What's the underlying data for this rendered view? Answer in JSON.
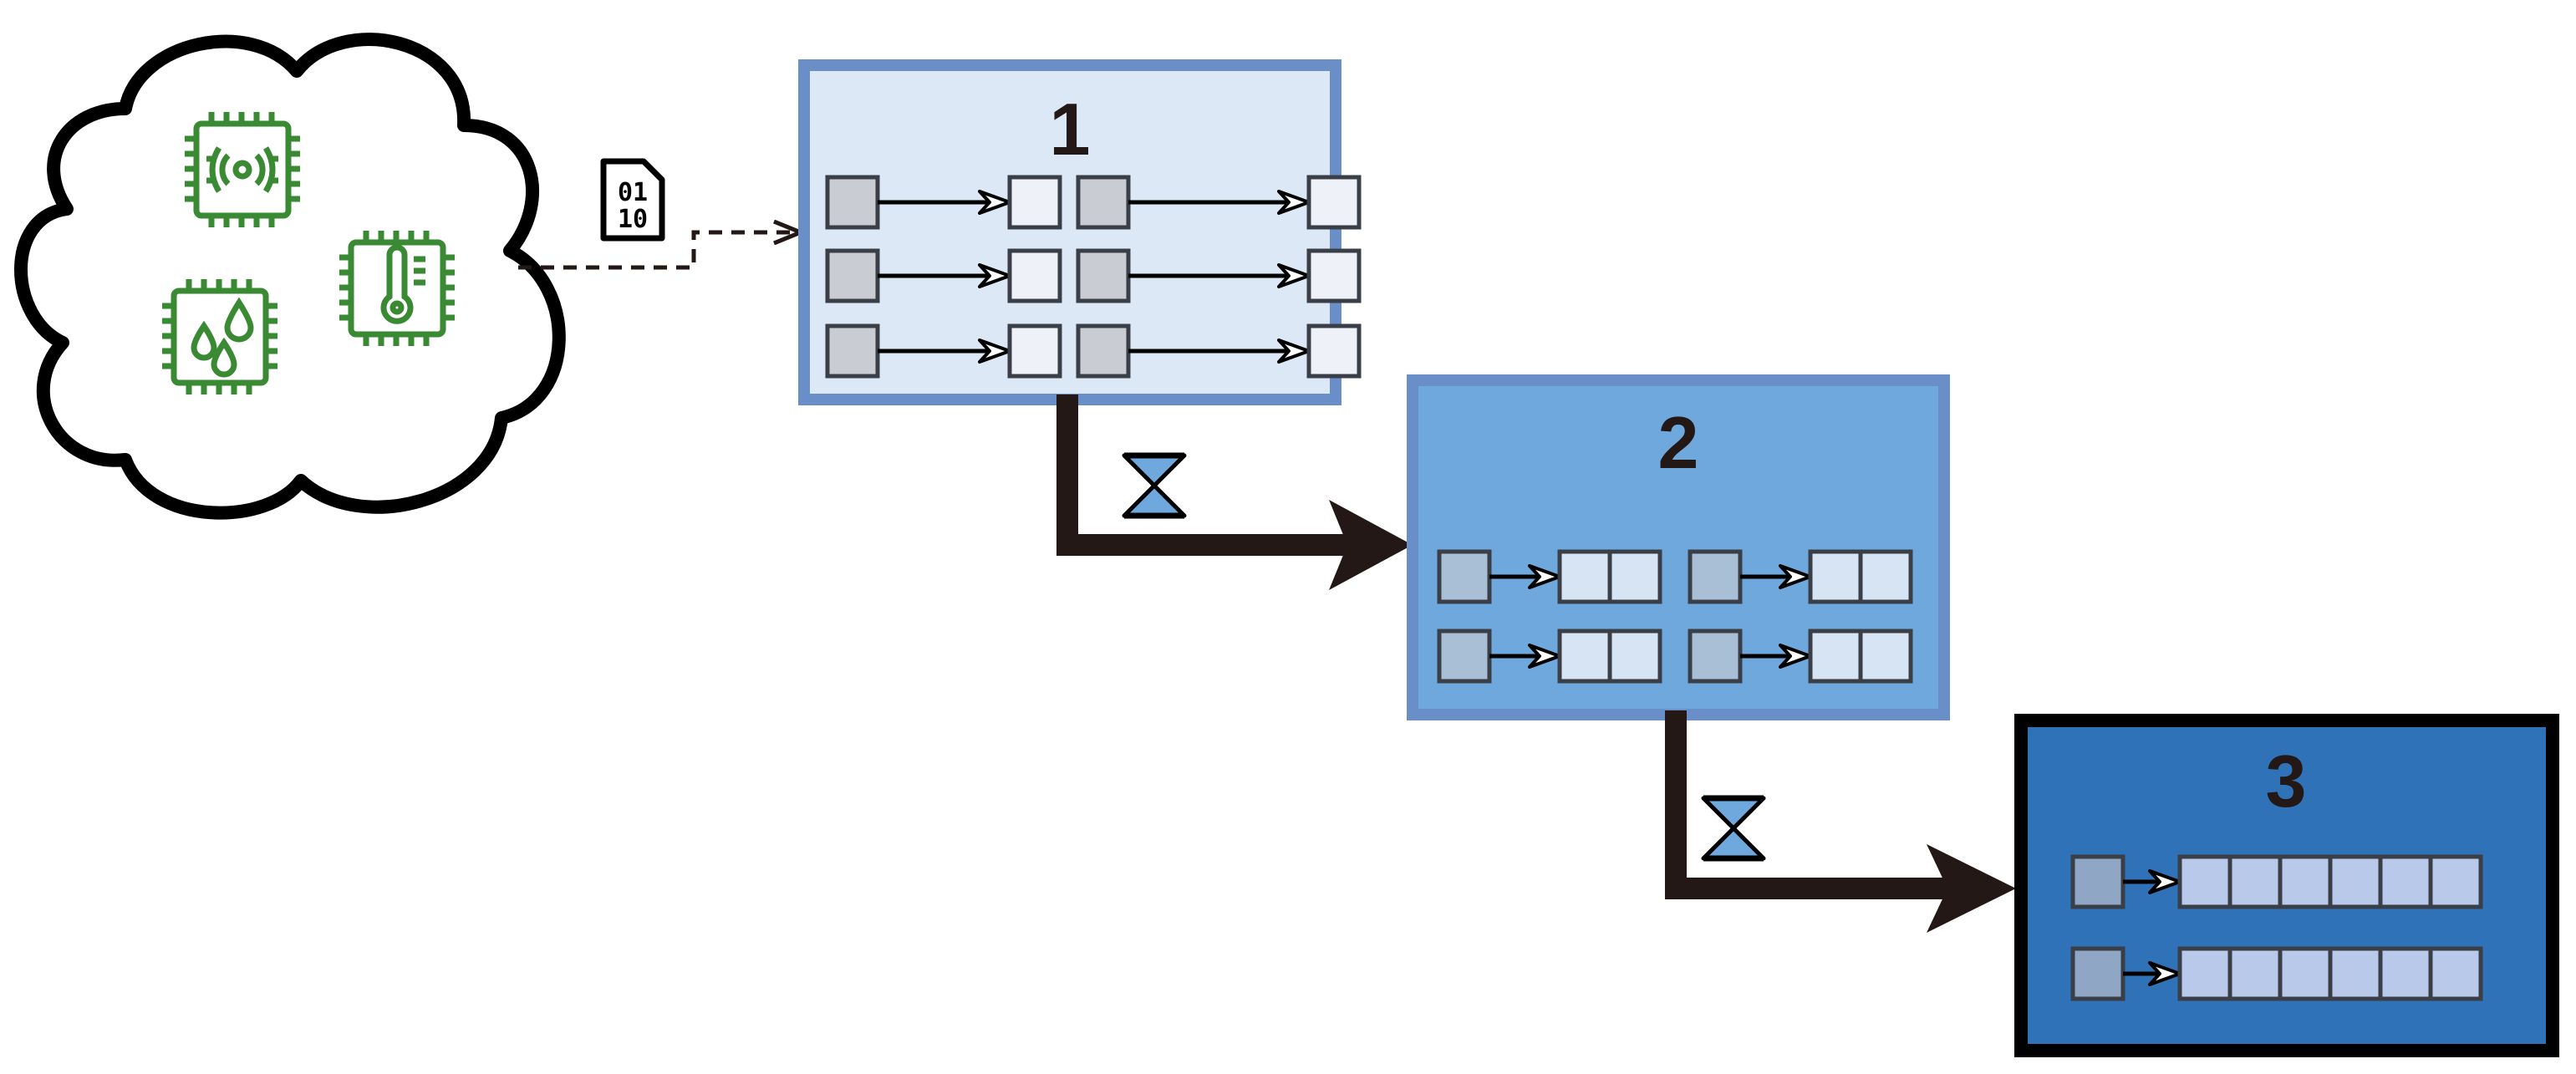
{
  "stages": [
    {
      "label": "1",
      "fill": "#dce8f5",
      "border": "#6a8fc8"
    },
    {
      "label": "2",
      "fill": "#6fa8dc",
      "border": "#6a8fc8"
    },
    {
      "label": "3",
      "fill": "#2f72b8",
      "border": "#000000"
    }
  ],
  "binary_file": {
    "line1": "01",
    "line2": "10"
  },
  "icons": {
    "cloud": "cloud-icon",
    "sensors": [
      "radio-signal-chip-icon",
      "thermometer-chip-icon",
      "water-drops-chip-icon"
    ],
    "data_file": "binary-file-icon",
    "delay": "hourglass-icon"
  },
  "colors": {
    "sensor": "#3a8a34",
    "arrow": "#231815",
    "queue_head": "#c9ccd3",
    "queue_item": "#eef2f8"
  }
}
